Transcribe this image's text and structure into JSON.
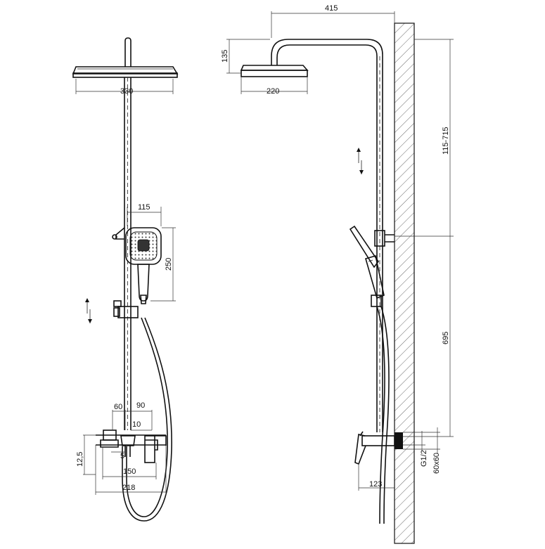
{
  "front_view": {
    "dimensions": {
      "rain_head_width": "330",
      "hand_shower_width": "115",
      "hand_shower_height": "250",
      "spout_offset": "60",
      "mixer_offset": "90",
      "mixer_depth": "10",
      "mixer_height": "12,5",
      "small_offset": "5",
      "centers": "150",
      "overall_width": "218"
    }
  },
  "side_view": {
    "dimensions": {
      "arm_reach": "415",
      "head_height": "135",
      "head_width": "220",
      "height_adjust": "115-715",
      "rail_height": "695",
      "mixer_projection": "123",
      "thread": "G1/2",
      "plate": "60x60"
    }
  },
  "colors": {
    "line": "#111111",
    "hatch": "#444444",
    "screen": "#333333"
  }
}
